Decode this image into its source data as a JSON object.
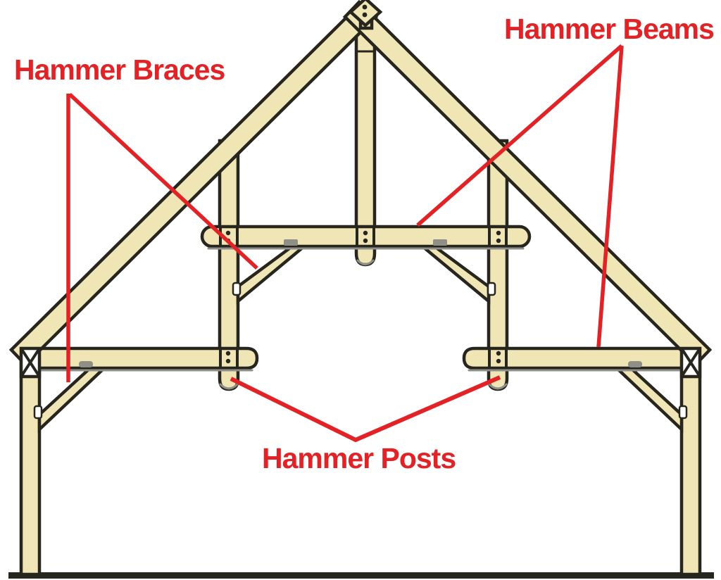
{
  "colors": {
    "red": "#e32226",
    "timber": "#f0e5b4",
    "outline": "#26261f",
    "background": "#ffffff",
    "shadow": "#8f8f88"
  },
  "labels": {
    "braces": "Hammer Braces",
    "beams": "Hammer Beams",
    "posts": "Hammer Posts"
  }
}
